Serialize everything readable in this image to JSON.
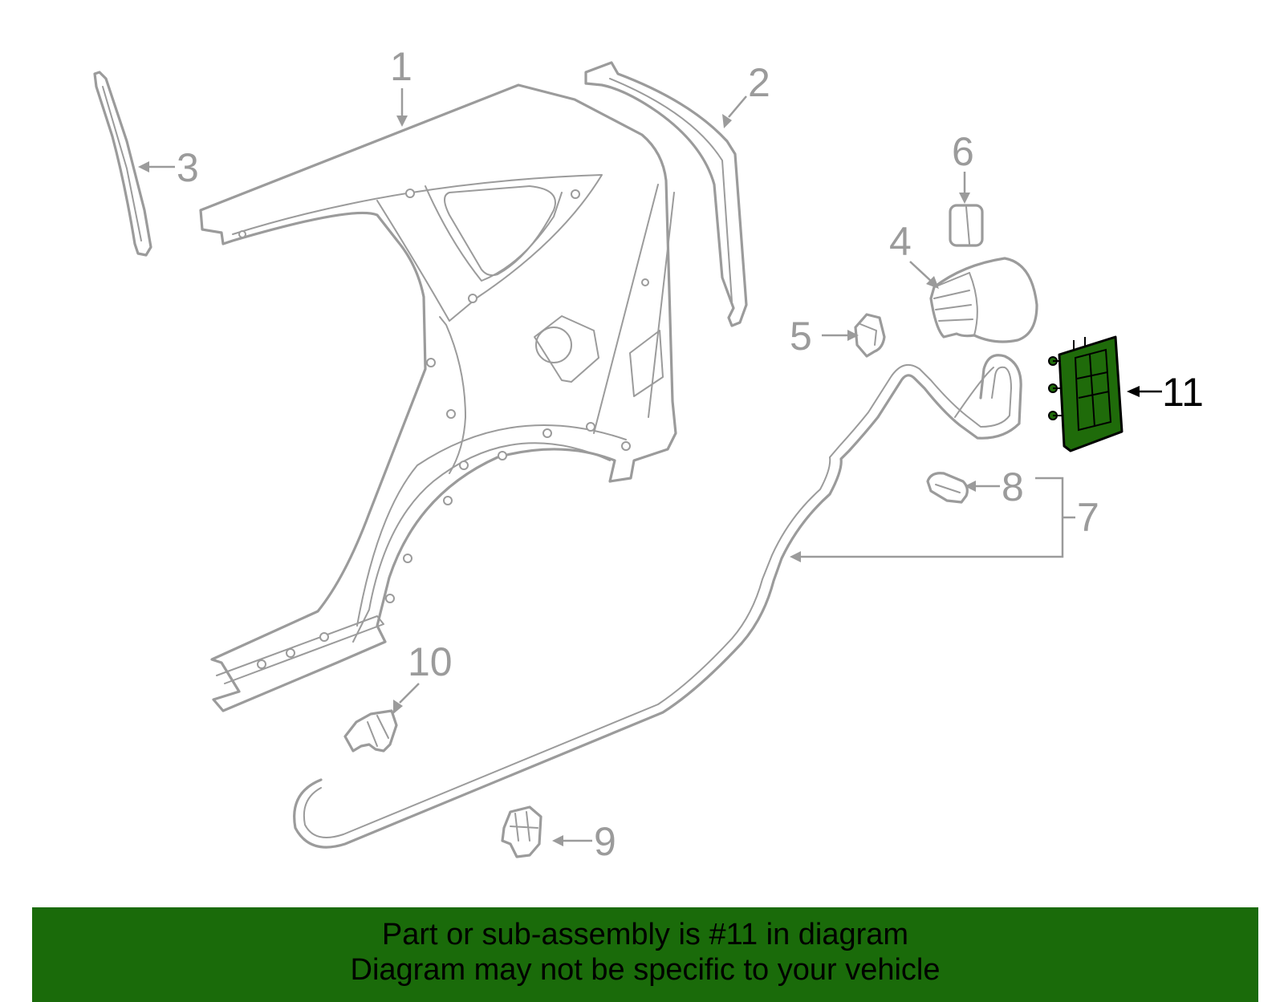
{
  "callouts": {
    "c1": "1",
    "c2": "2",
    "c3": "3",
    "c4": "4",
    "c5": "5",
    "c6": "6",
    "c7": "7",
    "c8": "8",
    "c9": "9",
    "c10": "10",
    "c11": "11"
  },
  "highlight": {
    "part_number": "11",
    "fill_color": "#1f6b0a",
    "banner_color": "#1a6b0a"
  },
  "banner": {
    "line1": "Part or sub-assembly is #11 in diagram",
    "line2": "Diagram may not be specific to your vehicle"
  }
}
